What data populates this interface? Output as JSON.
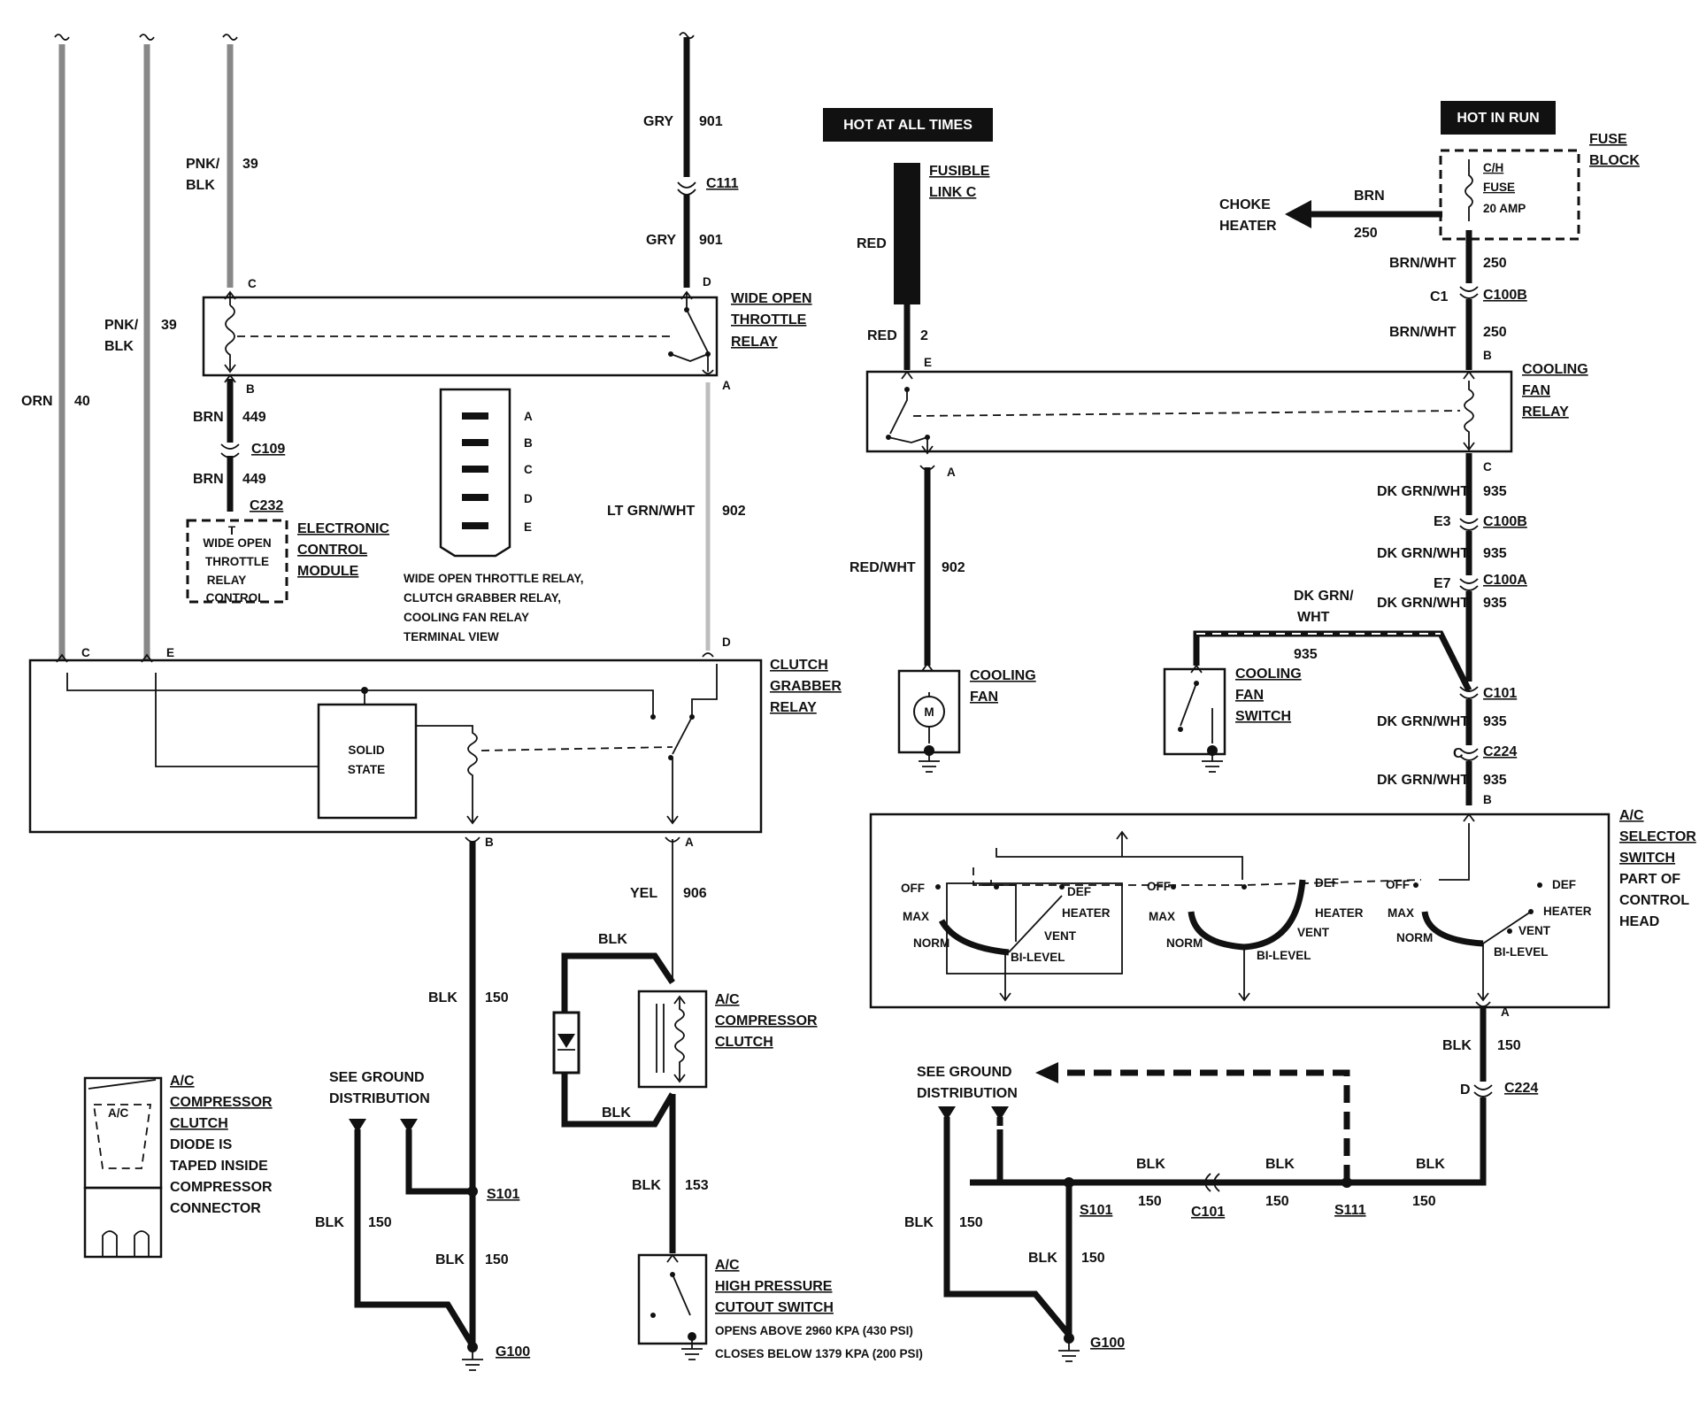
{
  "labels": {
    "hot_at_all_times": "HOT AT ALL TIMES",
    "hot_in_run": "HOT IN RUN",
    "fusible_link": [
      "FUSIBLE",
      "LINK C"
    ],
    "fuse_block": [
      "FUSE",
      "BLOCK"
    ],
    "fuse_name": [
      "C/H",
      "FUSE",
      "20 AMP"
    ],
    "choke_heater": [
      "CHOKE",
      "HEATER"
    ],
    "wot_relay": [
      "WIDE OPEN",
      "THROTTLE",
      "RELAY"
    ],
    "ecm_box": [
      "T",
      "WIDE OPEN",
      "THROTTLE",
      "RELAY",
      "CONTROL"
    ],
    "ecm": [
      "ELECTRONIC",
      "CONTROL",
      "MODULE"
    ],
    "terminal_view_pins": [
      "A",
      "B",
      "C",
      "D",
      "E"
    ],
    "terminal_view_caption": [
      "WIDE OPEN THROTTLE RELAY,",
      "CLUTCH GRABBER RELAY,",
      "COOLING FAN RELAY",
      "TERMINAL VIEW"
    ],
    "clutch_grabber": [
      "CLUTCH",
      "GRABBER",
      "RELAY"
    ],
    "solid_state": [
      "SOLID",
      "STATE"
    ],
    "cooling_fan_relay": [
      "COOLING",
      "FAN",
      "RELAY"
    ],
    "cooling_fan": [
      "COOLING",
      "FAN"
    ],
    "motor": "M",
    "cooling_fan_switch": [
      "COOLING",
      "FAN",
      "SWITCH"
    ],
    "ac_compressor_clutch": [
      "A/C",
      "COMPRESSOR",
      "CLUTCH"
    ],
    "diode_note": [
      "A/C",
      "COMPRESSOR",
      "CLUTCH",
      "DIODE IS",
      "TAPED INSIDE",
      "COMPRESSOR",
      "CONNECTOR"
    ],
    "hp_switch": [
      "A/C",
      "HIGH PRESSURE",
      "CUTOUT SWITCH"
    ],
    "hp_opens": "OPENS ABOVE 2960 KPA (430 PSI)",
    "hp_closes": "CLOSES BELOW 1379 KPA (200 PSI)",
    "selector": [
      "A/C",
      "SELECTOR",
      "SWITCH",
      "PART OF",
      "CONTROL",
      "HEAD"
    ],
    "see_ground": [
      "SEE GROUND",
      "DISTRIBUTION"
    ],
    "selector_positions": {
      "off": "OFF",
      "def": "DEF",
      "max": "MAX",
      "heater": "HEATER",
      "norm": "NORM",
      "vent": "VENT",
      "bilevel": "BI-LEVEL"
    }
  },
  "wires": {
    "orn": "ORN",
    "n40": "40",
    "pnk_blk": [
      "PNK/",
      "BLK"
    ],
    "n39": "39",
    "gry": "GRY",
    "n901": "901",
    "brn": "BRN",
    "n449": "449",
    "ltgrnwht": "LT GRN/WHT",
    "n902": "902",
    "red": "RED",
    "n2": "2",
    "redwht": "RED/WHT",
    "brnwht": "BRN/WHT",
    "n250": "250",
    "dkgrnwht": "DK GRN/WHT",
    "dkgrnwht2": [
      "DK GRN/",
      "WHT"
    ],
    "n935": "935",
    "blk": "BLK",
    "n150": "150",
    "yel": "YEL",
    "n906": "906",
    "n153": "153"
  },
  "connectors": {
    "c111": "C111",
    "c109": "C109",
    "c232": "C232",
    "c100b": "C100B",
    "c100a": "C100A",
    "c101": "C101",
    "c224": "C224",
    "s101": "S101",
    "s111": "S111",
    "g100": "G100",
    "c1": "C1",
    "e3": "E3",
    "e7": "E7"
  },
  "pins": {
    "a": "A",
    "b": "B",
    "c": "C",
    "d": "D",
    "e": "E"
  }
}
